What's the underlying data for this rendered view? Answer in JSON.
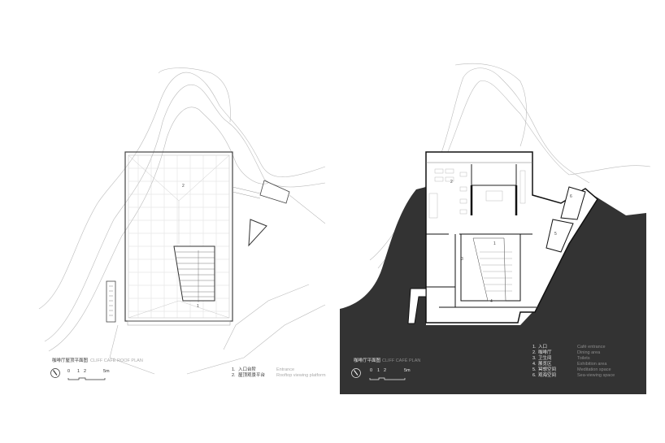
{
  "left_plan": {
    "title_cn": "咖啡厅屋顶平面图",
    "title_en": "CLIFF CAFÉ ROOF PLAN",
    "scale_ticks": [
      "0",
      "1",
      "2",
      "5m"
    ],
    "room_numbers": [
      "1",
      "2"
    ],
    "legend": [
      {
        "num": "1.",
        "cn": "入口台阶",
        "en": "Entrance"
      },
      {
        "num": "2.",
        "cn": "屋顶观景平台",
        "en": "Rooftop viewing platform"
      }
    ]
  },
  "right_plan": {
    "title_cn": "咖啡厅平面图",
    "title_en": "CLIFF CAFÉ PLAN",
    "scale_ticks": [
      "0",
      "1",
      "2",
      "5m"
    ],
    "room_numbers": [
      "1",
      "2",
      "3",
      "4",
      "5",
      "6"
    ],
    "legend": [
      {
        "num": "1.",
        "cn": "入口",
        "en": "Café entrance"
      },
      {
        "num": "2.",
        "cn": "咖啡厅",
        "en": "Dining area"
      },
      {
        "num": "3.",
        "cn": "卫生间",
        "en": "Toilets"
      },
      {
        "num": "4.",
        "cn": "展览区",
        "en": "Exhibition area"
      },
      {
        "num": "5.",
        "cn": "冥想空间",
        "en": "Meditation space"
      },
      {
        "num": "6.",
        "cn": "观海空间",
        "en": "Sea-viewing space"
      }
    ],
    "fill_color": "#333333"
  }
}
